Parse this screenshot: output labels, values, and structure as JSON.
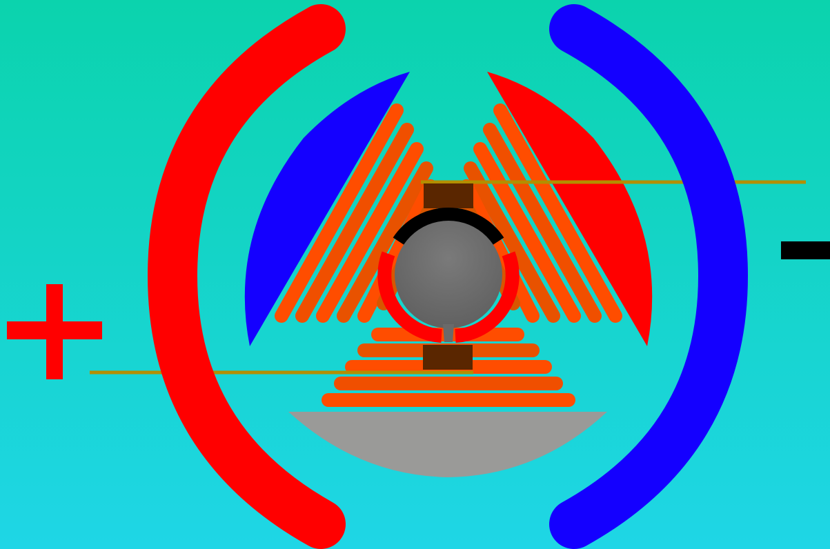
{
  "terminals": {
    "positive": {
      "symbol": "+",
      "color": "#ff0000"
    },
    "negative": {
      "symbol": "−",
      "color": "#000000"
    }
  },
  "colors": {
    "background_top": "#0bd3ad",
    "background_bottom": "#1fd6e6",
    "positive_magnet": "#ff0000",
    "negative_magnet": "#1400ff",
    "coil_winding": "#ff4d00",
    "coil_winding_dark": "#c85a00",
    "rotor": "#707070",
    "brush": "#5a2600",
    "wire": "#b38f00",
    "commutator_ring": "#ff0000",
    "commutator_dark": "#000000",
    "base": "#9a9a98"
  },
  "components": [
    "positive-magnet-arc",
    "negative-magnet-arc",
    "left-pole-shoe",
    "right-pole-shoe",
    "left-coil",
    "right-coil",
    "bottom-coil",
    "rotor",
    "commutator-ring",
    "top-brush",
    "bottom-brush",
    "upper-wire",
    "lower-wire",
    "base"
  ]
}
